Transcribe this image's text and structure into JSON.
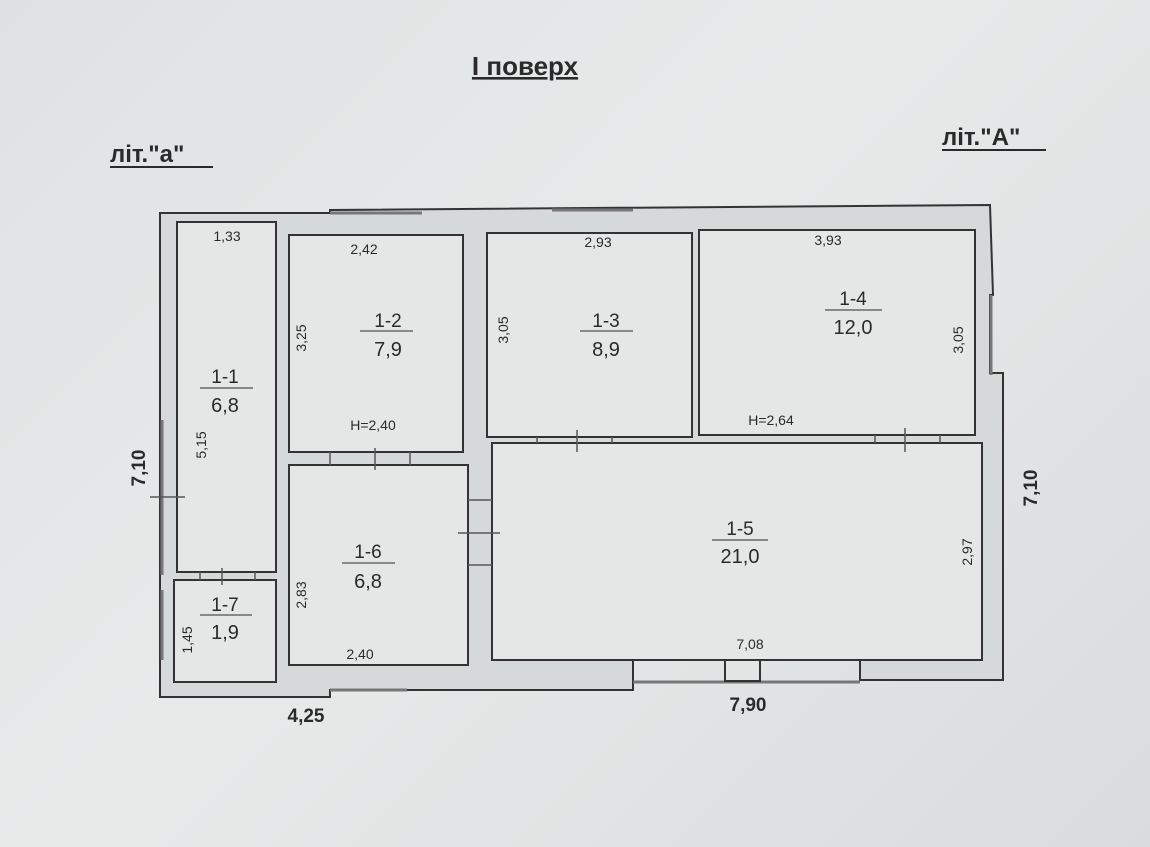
{
  "title": "І поверх",
  "letters": {
    "left": "літ.\"а\"",
    "right": "літ.\"А\""
  },
  "rooms": [
    {
      "id": "1-1",
      "area": "6,8"
    },
    {
      "id": "1-2",
      "area": "7,9"
    },
    {
      "id": "1-3",
      "area": "8,9"
    },
    {
      "id": "1-4",
      "area": "12,0"
    },
    {
      "id": "1-5",
      "area": "21,0"
    },
    {
      "id": "1-6",
      "area": "6,8"
    },
    {
      "id": "1-7",
      "area": "1,9"
    }
  ],
  "dimensions": {
    "r11_width": "1,33",
    "r11_length": "5,15",
    "r12_width": "2,42",
    "r12_length": "3,25",
    "r12_height": "H=2,40",
    "r13_width": "2,93",
    "r13_length": "3,05",
    "r14_width": "3,93",
    "r14_length": "3,05",
    "r14_height": "H=2,64",
    "r15_width": "7,08",
    "r15_length": "2,97",
    "r16_width": "2,40",
    "r16_length": "2,83",
    "r17_length": "1,45",
    "overall_left": "7,10",
    "overall_right": "7,10",
    "overall_bottom_left": "4,25",
    "overall_bottom_right": "7,90"
  }
}
